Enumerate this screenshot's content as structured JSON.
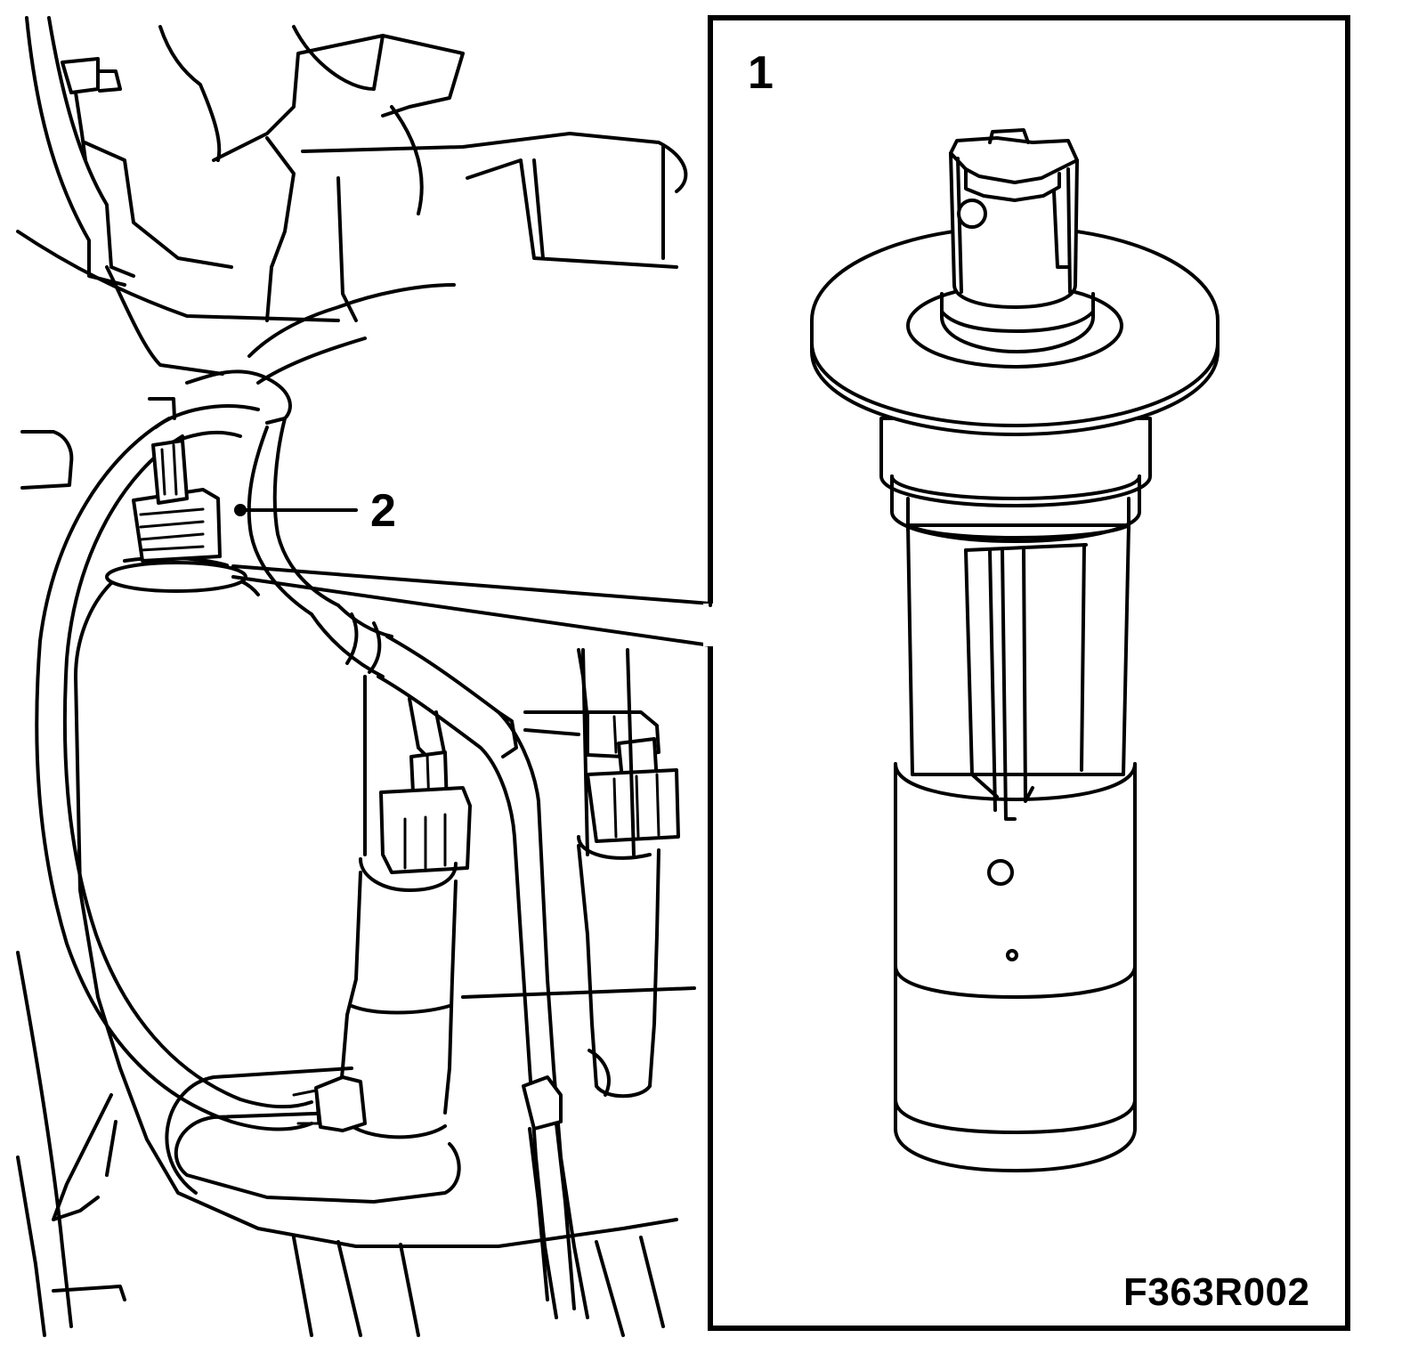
{
  "callouts": {
    "detail_view": "1",
    "fuel_pump_connector": "2"
  },
  "figure_code": "F363R002"
}
